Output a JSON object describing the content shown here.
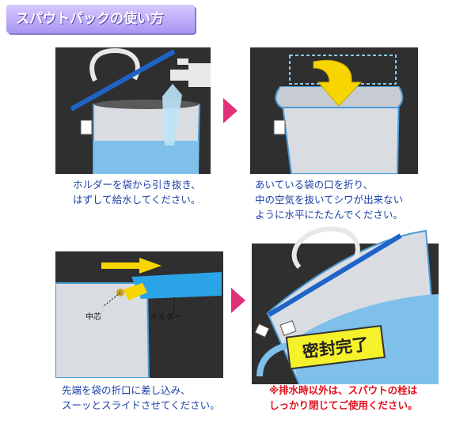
{
  "title": "スパウトパックの使い方",
  "step1": {
    "caption": [
      "ホルダーを袋から引き抜き、",
      "はずして給水してください。"
    ]
  },
  "step2": {
    "caption": [
      "あいている袋の口を折り、",
      "中の空気を抜いてシワが出来ない",
      "ように水平にたたんでください。"
    ]
  },
  "step3": {
    "caption": [
      "先端を袋の折口に差し込み、",
      "スーッとスライドさせてください。"
    ],
    "label_core": "中芯",
    "label_holder": "ホルダー"
  },
  "step4": {
    "badge": "密封完了"
  },
  "warning": [
    "※排水時以外は、スパウトの栓は",
    "しっかり閉じてご使用ください。"
  ],
  "colors": {
    "title_bg": "#a996f2",
    "arrow": "#e0307a",
    "caption": "#1a3ea8",
    "warning": "#e0101e",
    "panel_bg": "#2f2f2f"
  }
}
